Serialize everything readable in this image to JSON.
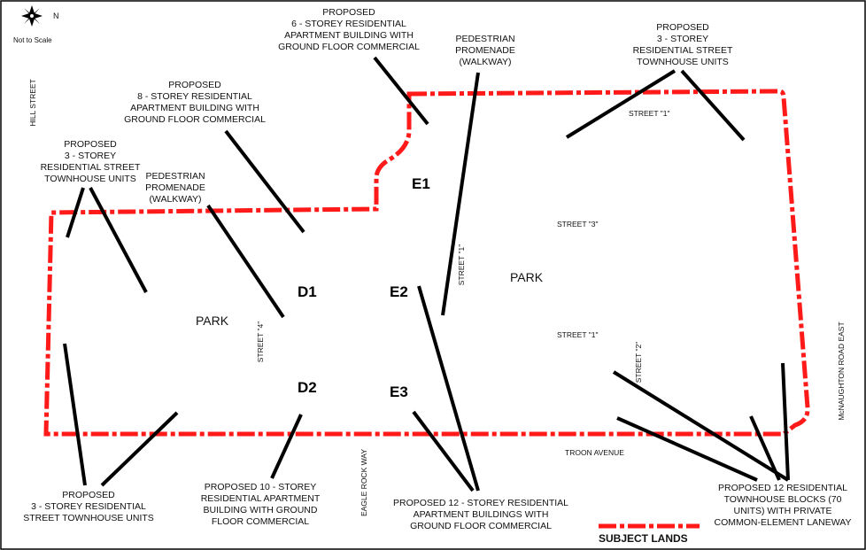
{
  "north_arrow": {
    "icon": "north-arrow-icon",
    "letter": "N",
    "scale_note": "Not to Scale"
  },
  "colors": {
    "boundary": "#ff1a1a",
    "leader": "#000000",
    "background": "#ffffff"
  },
  "blocks": {
    "d1": "D1",
    "d2": "D2",
    "e1": "E1",
    "e2": "E2",
    "e3": "E3"
  },
  "parks": {
    "west": "PARK",
    "east": "PARK"
  },
  "streets": {
    "hill": "HILL STREET",
    "street1_top": "STREET \"1\"",
    "street1_vertical": "STREET \"1\"",
    "street3": "STREET \"3\"",
    "street1_mid": "STREET \"1\"",
    "street2": "STREET \"2\"",
    "street4": "STREET \"4\"",
    "troon": "TROON AVENUE",
    "eagle_rock": "EAGLE ROCK WAY",
    "mcnaughton": "McNAUGHTON ROAD EAST"
  },
  "labels": {
    "six_storey": "PROPOSED\n6 - STOREY RESIDENTIAL\nAPARTMENT BUILDING WITH\nGROUND FLOOR COMMERCIAL",
    "promenade_top": "PEDESTRIAN\nPROMENADE\n(WALKWAY)",
    "townhouse_top_right": "PROPOSED\n3 - STOREY\nRESIDENTIAL STREET\nTOWNHOUSE UNITS",
    "eight_storey": "PROPOSED\n8 - STOREY RESIDENTIAL\nAPARTMENT BUILDING WITH\nGROUND FLOOR COMMERCIAL",
    "townhouse_left": "PROPOSED\n3 - STOREY\nRESIDENTIAL STREET\nTOWNHOUSE UNITS",
    "promenade_left": "PEDESTRIAN\nPROMENADE\n(WALKWAY)",
    "townhouse_bottom_left": "PROPOSED\n3 - STOREY RESIDENTIAL\nSTREET TOWNHOUSE UNITS",
    "ten_storey": "PROPOSED 10 - STOREY\nRESIDENTIAL APARTMENT\nBUILDING WITH GROUND\nFLOOR COMMERCIAL",
    "twelve_storey": "PROPOSED 12 - STOREY RESIDENTIAL\nAPARTMENT BUILDINGS WITH\nGROUND FLOOR COMMERCIAL",
    "townhouse_blocks": "PROPOSED 12 RESIDENTIAL\nTOWNHOUSE BLOCKS (70\nUNITS) WITH PRIVATE\nCOMMON-ELEMENT LANEWAY"
  },
  "legend": {
    "label": "SUBJECT LANDS"
  }
}
